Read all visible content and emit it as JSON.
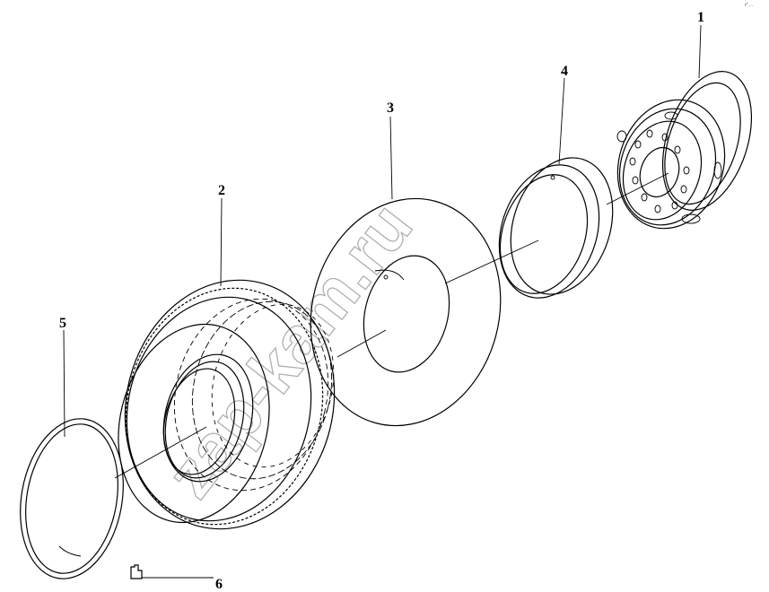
{
  "watermark": "zap-kam.ru",
  "corner_mark": "r\" ...",
  "parts": [
    {
      "label": "1"
    },
    {
      "label": "2"
    },
    {
      "label": "3"
    },
    {
      "label": "4"
    },
    {
      "label": "5"
    },
    {
      "label": "6"
    }
  ]
}
